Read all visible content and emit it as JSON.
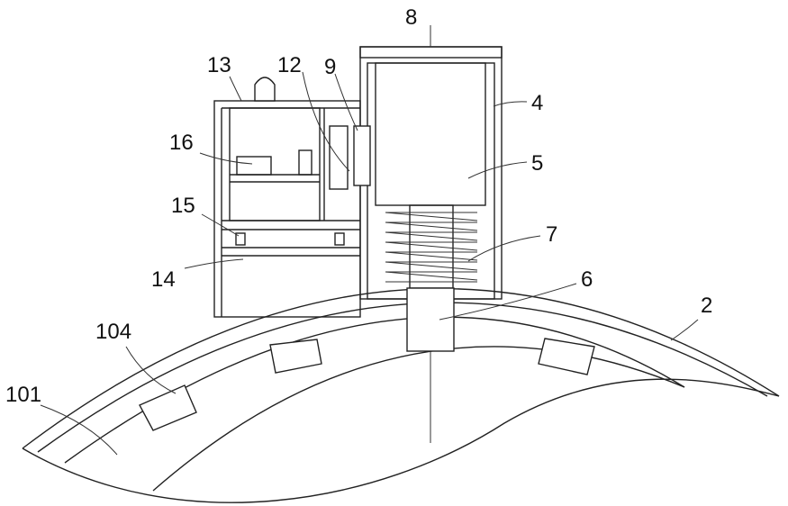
{
  "labels": {
    "l8": "8",
    "l13": "13",
    "l12": "12",
    "l9": "9",
    "l4": "4",
    "l16": "16",
    "l5": "5",
    "l15": "15",
    "l7": "7",
    "l14": "14",
    "l6": "6",
    "l2": "2",
    "l104": "104",
    "l101": "101"
  }
}
